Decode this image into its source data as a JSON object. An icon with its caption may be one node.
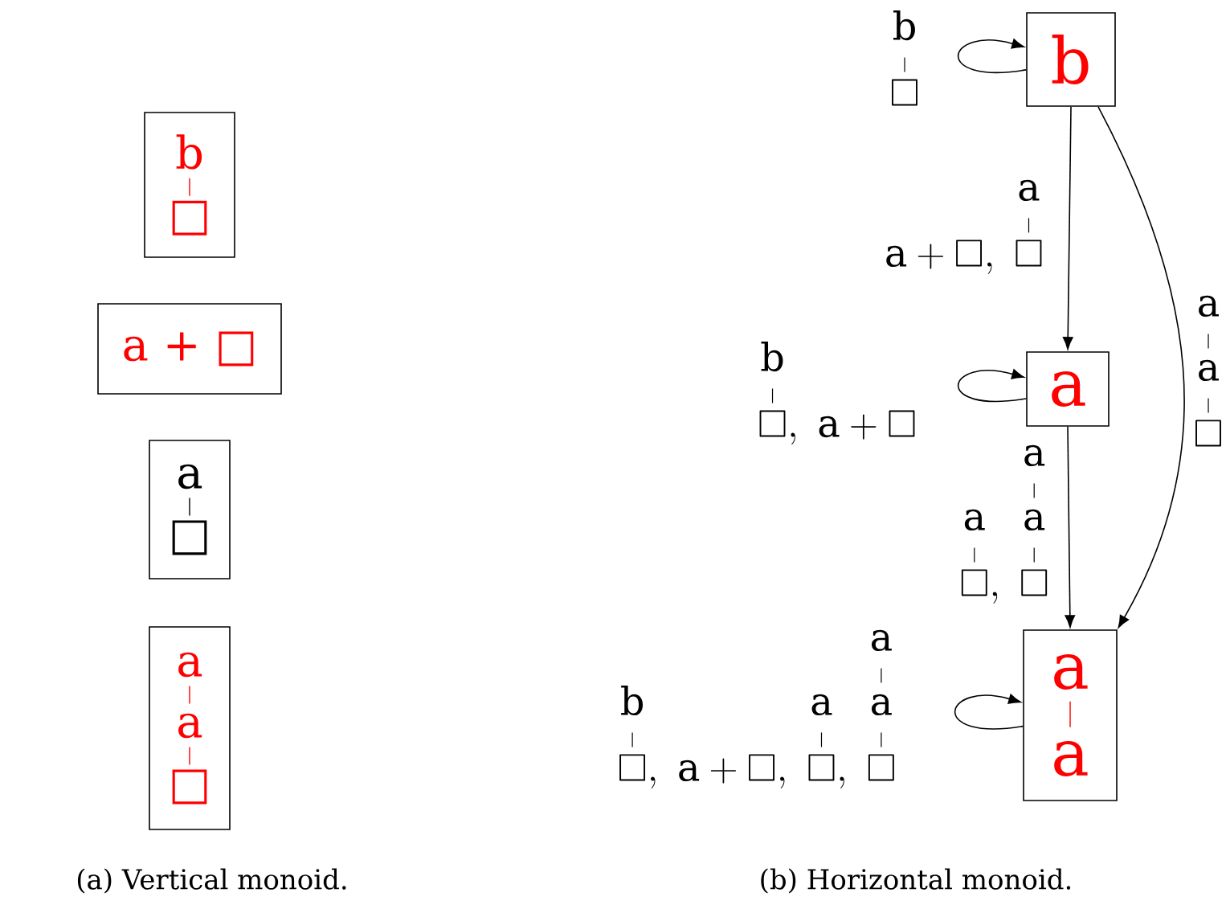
{
  "diagram": {
    "nodes": [
      {
        "text": [
          "b",
          "□"
        ]
      },
      {
        "text": [
          "a + □"
        ]
      },
      {
        "text": [
          "a",
          "□"
        ]
      },
      {
        "text": [
          "a",
          "a",
          "□"
        ]
      },
      {
        "text": [
          "b"
        ]
      },
      {
        "text": [
          "a"
        ]
      },
      {
        "text": [
          "a",
          "a"
        ]
      }
    ],
    "edges": [
      {
        "from": 4,
        "to": 4,
        "arrow": "to",
        "label": "\\begin{array}[b]{@{}c@{}}\\mathrm{b}\\\\[-6pt]\\rule{0.6pt}{9pt}\\\\[-5pt]\\square\\end{array}"
      },
      {
        "from": 4,
        "to": 5,
        "arrow": "to",
        "label": "\\mathrm{a}+\\square,\\ \\begin{array}[b]{@{}c@{}}\\mathrm{a}\\\\[-6pt]\\rule{0.6pt}{9pt}\\\\[-5pt]\\square\\end{array}"
      },
      {
        "from": 4,
        "to": 6,
        "arrow": "to",
        "label": "\\begin{array}[b]{@{}c@{}}\\mathrm{a}\\\\[-6pt]\\rule{0.6pt}{9pt}\\\\[-6pt]\\mathrm{a}\\\\[-6pt]\\rule{0.6pt}{9pt}\\\\[-5pt]\\square\\end{array}"
      },
      {
        "from": 5,
        "to": 5,
        "arrow": "to",
        "label": "\\begin{array}[b]{@{}c@{}}\\mathrm{b}\\\\[-6pt]\\rule{0.6pt}{9pt}\\\\[-5pt]\\square\\end{array},\\ \\mathrm{a}+\\square"
      },
      {
        "from": 5,
        "to": 6,
        "arrow": "to",
        "label": "\\begin{array}[b]{@{}c@{}}\\mathrm{a}\\\\[-6pt]\\rule{0.6pt}{9pt}\\\\[-5pt]\\square\\end{array},\\ \\begin{array}[b]{@{}c@{}}\\mathrm{a}\\\\[-6pt]\\rule{0.6pt}{9pt}\\\\[-6pt]\\mathrm{a}\\\\[-6pt]\\rule{0.6pt}{9pt}\\\\[-5pt]\\square\\end{array}"
      },
      {
        "from": 6,
        "to": 6,
        "arrow": "to",
        "label": "\\begin{array}[b]{@{}c@{}}\\mathrm{b}\\\\[-6pt]\\rule{0.6pt}{9pt}\\\\[-5pt]\\square\\end{array},\\ \\mathrm{a}+\\square,\\ \\begin{array}[b]{@{}c@{}}\\mathrm{a}\\\\[-6pt]\\rule{0.6pt}{9pt}\\\\[-5pt]\\square\\end{array},\\ \\begin{array}[b]{@{}c@{}}\\mathrm{a}\\\\[-6pt]\\rule{0.6pt}{9pt}\\\\[-6pt]\\mathrm{a}\\\\[-6pt]\\rule{0.6pt}{9pt}\\\\[-5pt]\\square\\end{array}"
      }
    ],
    "labels": [
      "(a) Vertical monoid.",
      "(b) Horizontal monoid."
    ]
  }
}
